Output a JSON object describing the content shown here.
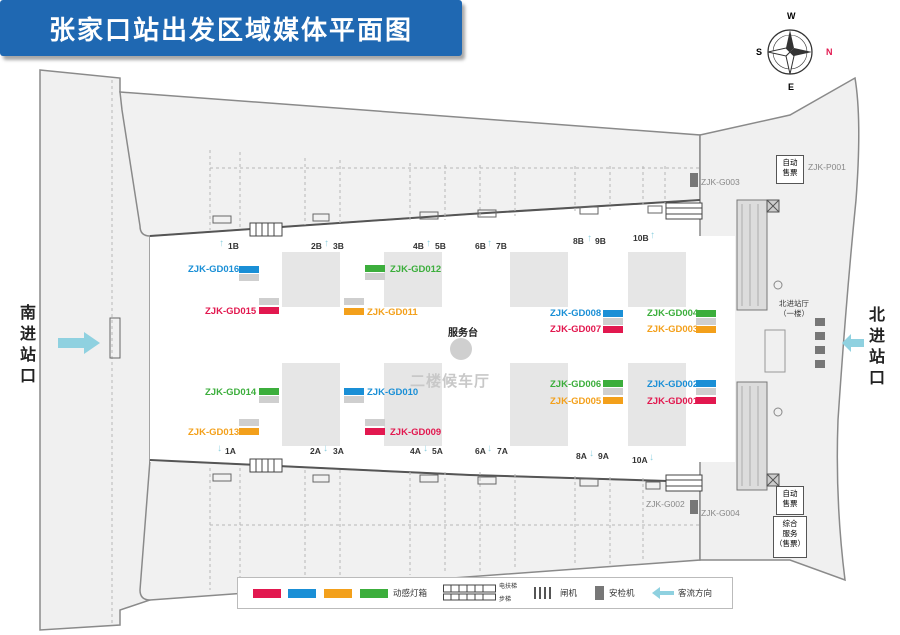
{
  "title": "张家口站出发区域媒体平面图",
  "compass": {
    "n": "N",
    "w": "W",
    "s": "S",
    "e": "E"
  },
  "hall_name": "二楼候车厅",
  "service_desk": "服务台",
  "south_entrance": [
    "南",
    "进",
    "站",
    "口"
  ],
  "north_entrance": [
    "北",
    "进",
    "站",
    "口"
  ],
  "north_hall": "北进站厅\n（一楼）",
  "boxes": {
    "ticket_top": "自动\n售票",
    "ticket_bottom": "自动\n售票",
    "service": "综合\n服务\n（售票）"
  },
  "gates_top": [
    "1B",
    "2B",
    "3B",
    "4B",
    "5B",
    "6B",
    "7B",
    "8B",
    "9B",
    "10B"
  ],
  "gates_bottom": [
    "1A",
    "2A",
    "3A",
    "4A",
    "5A",
    "6A",
    "7A",
    "8A",
    "9A",
    "10A"
  ],
  "colors": {
    "red": "#e2184f",
    "blue": "#1a8fd6",
    "orange": "#f3a01b",
    "green": "#3cae3c",
    "arrow": "#8fd1e0",
    "title": "#1f68b2"
  },
  "media": [
    {
      "id": "ZJK-GD016",
      "color": "blue"
    },
    {
      "id": "ZJK-GD012",
      "color": "green"
    },
    {
      "id": "ZJK-GD015",
      "color": "red"
    },
    {
      "id": "ZJK-GD011",
      "color": "orange"
    },
    {
      "id": "ZJK-GD008",
      "color": "blue"
    },
    {
      "id": "ZJK-GD007",
      "color": "red"
    },
    {
      "id": "ZJK-GD004",
      "color": "green"
    },
    {
      "id": "ZJK-GD003",
      "color": "orange"
    },
    {
      "id": "ZJK-GD014",
      "color": "green"
    },
    {
      "id": "ZJK-GD010",
      "color": "blue"
    },
    {
      "id": "ZJK-GD013",
      "color": "orange"
    },
    {
      "id": "ZJK-GD009",
      "color": "red"
    },
    {
      "id": "ZJK-GD006",
      "color": "green"
    },
    {
      "id": "ZJK-GD005",
      "color": "orange"
    },
    {
      "id": "ZJK-GD002",
      "color": "blue"
    },
    {
      "id": "ZJK-GD001",
      "color": "red"
    }
  ],
  "grey_labels": {
    "g003": "ZJK-G003",
    "p001": "ZJK-P001",
    "g002": "ZJK-G002",
    "g004": "ZJK-G004"
  },
  "legend": {
    "lightbox": "动感灯箱",
    "escalator": "电扶梯",
    "stairs": "步梯",
    "gate": "闸机",
    "security": "安检机",
    "flow": "客流方向"
  }
}
